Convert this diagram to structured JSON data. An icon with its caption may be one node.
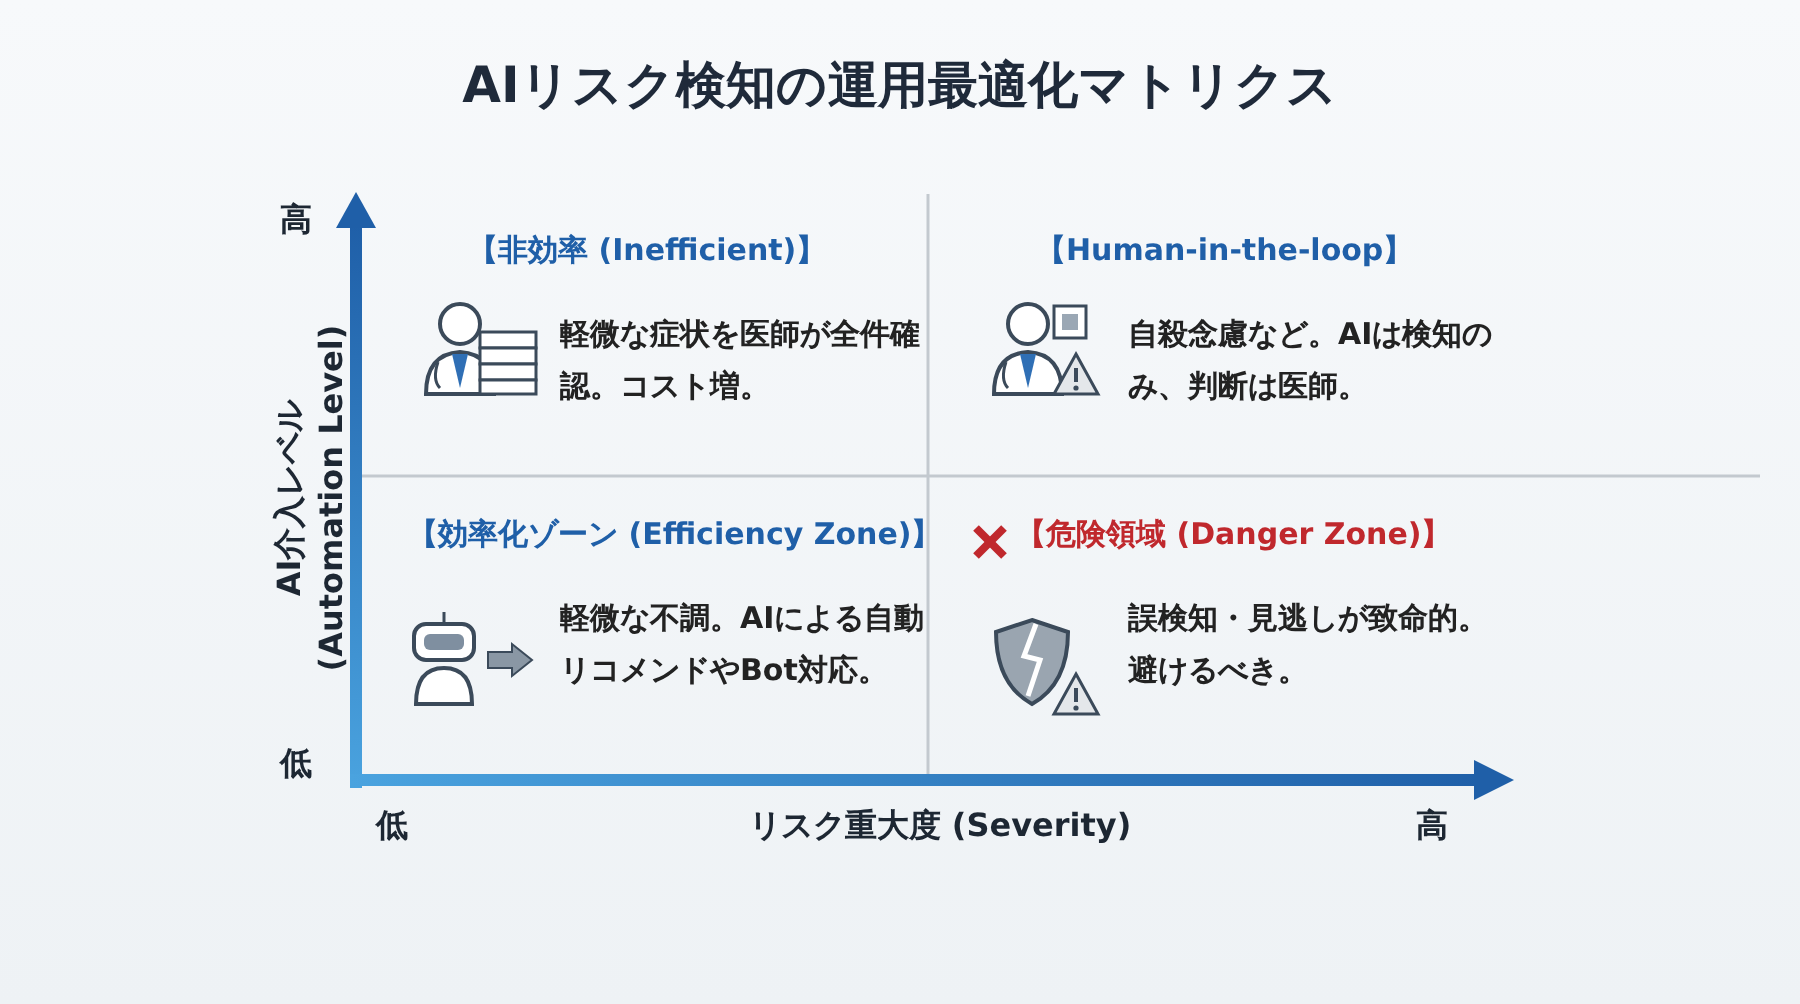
{
  "diagram": {
    "title": "AIリスク検知の運用最適化マトリクス",
    "nodes": [
      {
        "text": [
          "【非効率 (Inefficient)】",
          "軽微な症状を医師が全件確認。コスト増。"
        ]
      },
      {
        "text": [
          "【Human-in-the-loop】",
          "自殺念慮など。AIは検知のみ、判断は医師。"
        ]
      },
      {
        "text": [
          "【効率化ゾーン (Efficiency Zone)】",
          "軽微な不調。AIによる自動リコメンドやBot対応。"
        ]
      },
      {
        "text": [
          "【危険領域 (Danger Zone)】",
          "誤検知・見逃しが致命的。避けるべき。"
        ]
      }
    ],
    "edges": [],
    "labels": [
      "高",
      "AI介入レベル (Automation Level)",
      "低",
      "低",
      "リスク重大度 (Severity)",
      "高"
    ]
  }
}
